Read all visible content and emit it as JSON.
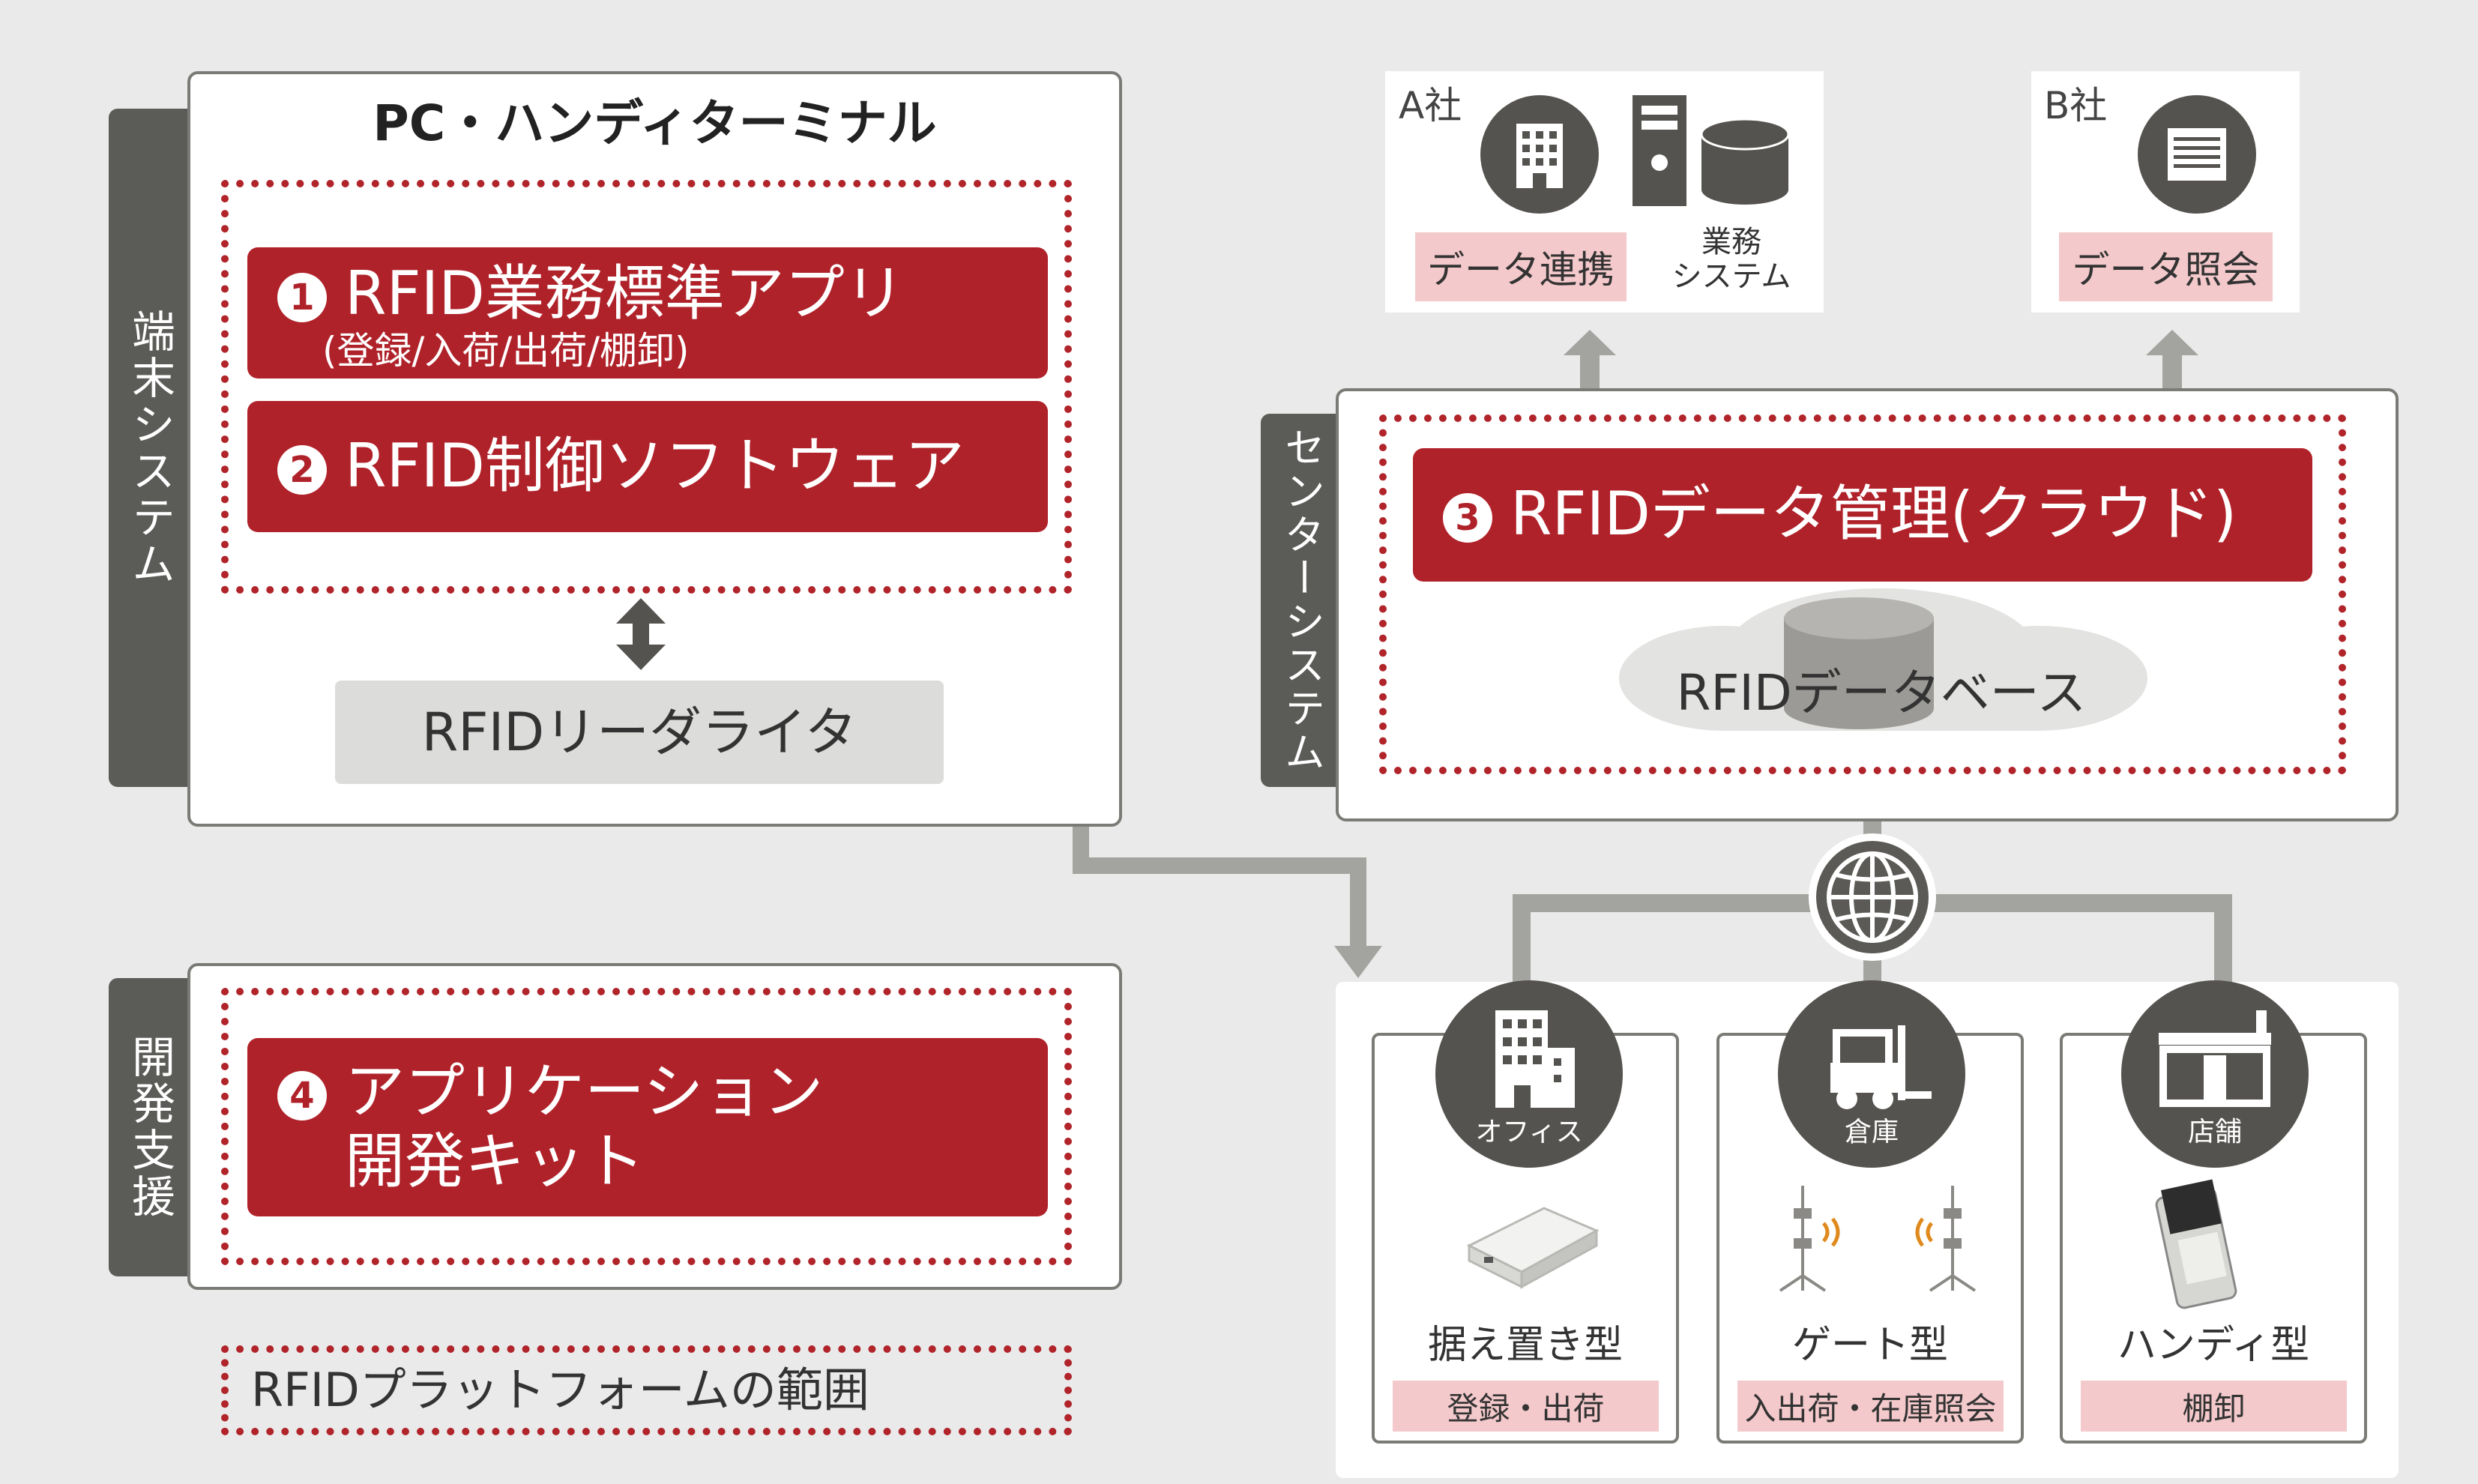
{
  "terminal": {
    "side_label": "端末システム",
    "title": "PC・ハンディターミナル",
    "app1_num": "1",
    "app1_title": "RFID業務標準アプリ",
    "app1_sub": "(登録/入荷/出荷/棚卸)",
    "app2_num": "2",
    "app2_title": "RFID制御ソフトウェア",
    "reader": "RFIDリーダライタ"
  },
  "dev": {
    "side_label": "開発支援",
    "num": "4",
    "line1": "アプリケーション",
    "line2": "開発キット"
  },
  "legend": {
    "label": "RFIDプラットフォームの範囲"
  },
  "companyA": {
    "name": "A社",
    "sync": "データ連携",
    "system_line1": "業務",
    "system_line2": "システム"
  },
  "companyB": {
    "name": "B社",
    "query": "データ照会"
  },
  "center": {
    "side_label": "センターシステム",
    "num": "3",
    "title": "RFIDデータ管理(クラウド)",
    "db": "RFIDデータベース"
  },
  "sites": [
    {
      "icon_label": "オフィス",
      "device": "据え置き型",
      "usage": "登録・出荷"
    },
    {
      "icon_label": "倉庫",
      "device": "ゲート型",
      "usage": "入出荷・在庫照会"
    },
    {
      "icon_label": "店舗",
      "device": "ハンディ型",
      "usage": "棚卸"
    }
  ],
  "colors": {
    "accent_red": "#b0222a",
    "dark_gray": "#55534f",
    "pink": "#f4c9cb",
    "bg": "#eaeaea"
  }
}
